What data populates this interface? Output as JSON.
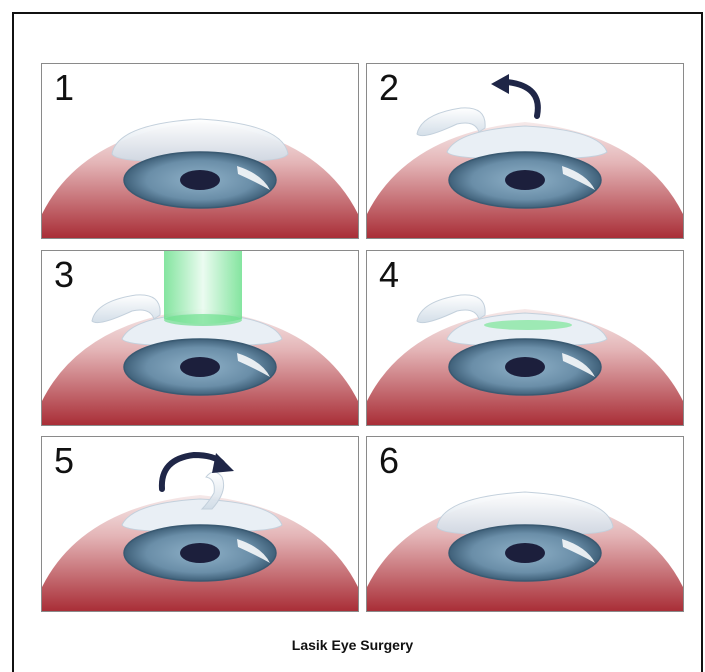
{
  "panels": [
    {
      "number": "1",
      "step": 1
    },
    {
      "number": "2",
      "step": 2
    },
    {
      "number": "3",
      "step": 3
    },
    {
      "number": "4",
      "step": 4
    },
    {
      "number": "5",
      "step": 5
    },
    {
      "number": "6",
      "step": 6
    }
  ],
  "caption": "Lasik Eye Surgery",
  "colors": {
    "skin_top": "#f3e3e3",
    "skin_bottom": "#b0333b",
    "iris_outer": "#5b7f98",
    "iris_inner": "#7ea3bd",
    "pupil": "#1c1f3c",
    "cornea_flap": "#dde7f0",
    "laser": "#7fe6a0",
    "arrow": "#1f2647"
  }
}
